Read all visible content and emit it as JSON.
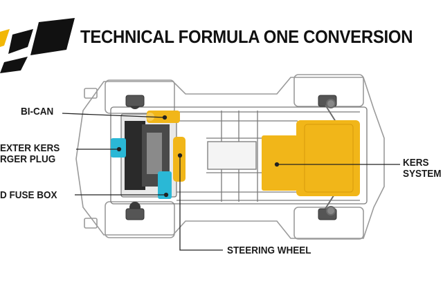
{
  "title": "TECHNICAL FORMULA ONE CONVERSION",
  "labels": {
    "bi_can": "BI-CAN",
    "kers_plug_line1": "EXTER KERS",
    "kers_plug_line2": "RGER PLUG",
    "fuse_box": "D FUSE BOX",
    "steering_wheel": "STEERING WHEEL",
    "kers_system_line1": "KERS",
    "kers_system_line2": "SYSTEM"
  },
  "colors": {
    "brand_black": "#111111",
    "brand_yellow": "#f2b705",
    "highlight_yellow": "#f1b619",
    "highlight_cyan": "#2ab8d6",
    "chassis_line": "#8a8a8a"
  },
  "icons": [
    "renault-logo-icon"
  ]
}
